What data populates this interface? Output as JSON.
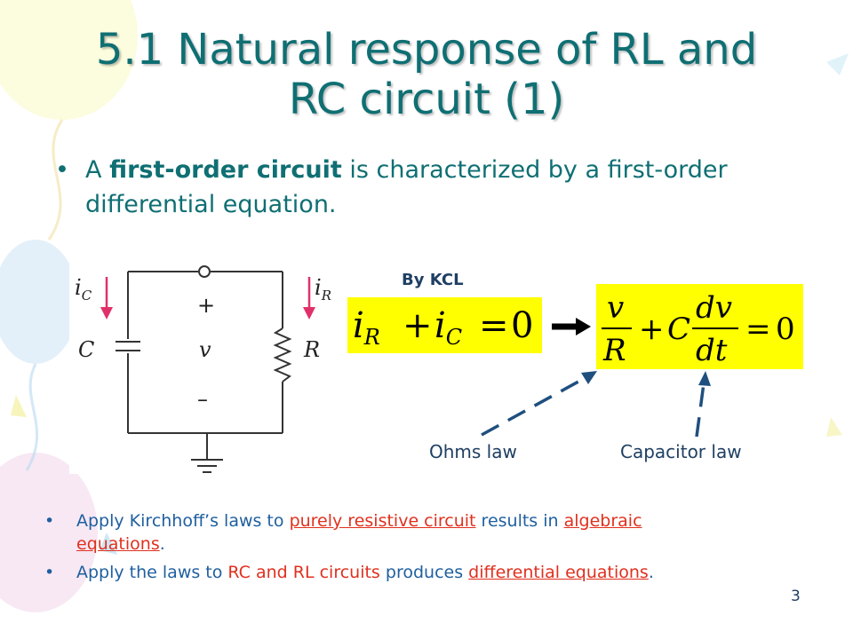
{
  "slide": {
    "title_line1": "5.1 Natural response of RL and",
    "title_line2": "RC circuit (1)",
    "page_number": "3"
  },
  "bullet_main": {
    "pre": "A ",
    "bold": "first-order circuit",
    "post": " is characterized by a first-order differential equation."
  },
  "circuit": {
    "ic_label": "i",
    "ic_sub": "C",
    "ir_label": "i",
    "ir_sub": "R",
    "plus": "+",
    "minus": "–",
    "c_label": "C",
    "v_label": "v",
    "r_label": "R"
  },
  "kcl": {
    "label": "By KCL"
  },
  "equations": {
    "eq1": {
      "i": "i",
      "r_sub": "R",
      "plus": "+",
      "c_sub": "C",
      "equals": "=",
      "zero": "0"
    },
    "eq2": {
      "v": "v",
      "R": "R",
      "plus": "+",
      "C": "C",
      "dv": "dv",
      "dt": "dt",
      "equals": "=",
      "zero": "0"
    }
  },
  "annotations": {
    "ohms": "Ohms law",
    "capacitor": "Capacitor law"
  },
  "bottom_bullets": {
    "b1_pre": "Apply Kirchhoff’s laws to ",
    "b1_red1": "purely resistive circuit",
    "b1_mid": " results in ",
    "b1_red2": "algebraic equations",
    "b1_post": ".",
    "b2_pre": "Apply the laws to ",
    "b2_red1": "RC and RL circuits",
    "b2_mid": " produces ",
    "b2_red2": "differential equations",
    "b2_post": "."
  },
  "colors": {
    "title": "#0f6f73",
    "highlight": "#ffff00",
    "accent_red": "#e0301e",
    "body_blue": "#1f5f9f",
    "circuit_arrow": "#e0306a",
    "pointer_arrow": "#1f4f7f"
  }
}
